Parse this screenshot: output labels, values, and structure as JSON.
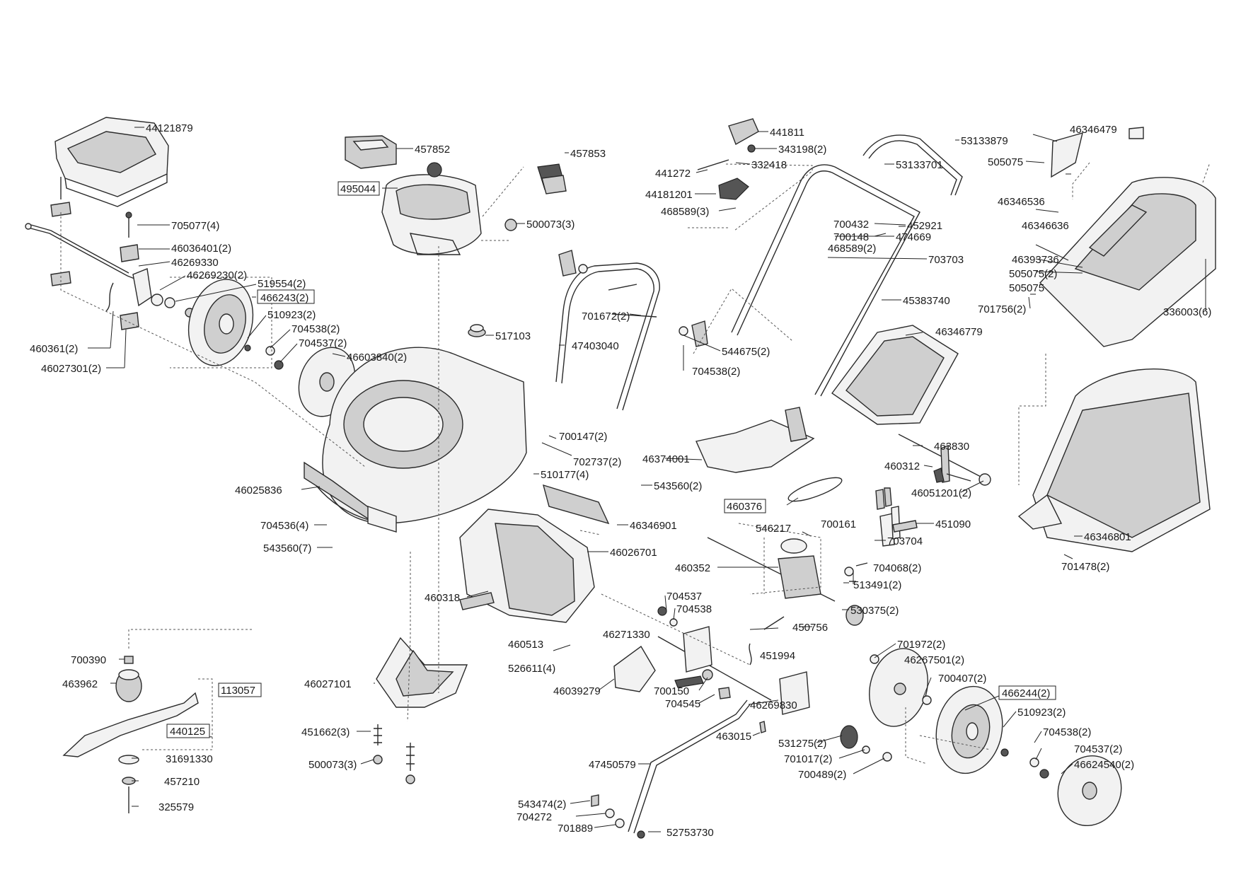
{
  "diagram": {
    "part_numbers": {
      "p44121879": "44121879",
      "p705077_4": "705077(4)",
      "p46036401_2": "46036401(2)",
      "p46269330": "46269330",
      "p46269230_2": "46269230(2)",
      "p519554_2": "519554(2)",
      "p466243_2": "466243(2)",
      "p510923_2a": "510923(2)",
      "p704538_2a": "704538(2)",
      "p704537_2a": "704537(2)",
      "p46603840_2": "46603840(2)",
      "p460361_2": "460361(2)",
      "p46027301_2": "46027301(2)",
      "p457852": "457852",
      "p495044": "495044",
      "p457853": "457853",
      "p500073_3a": "500073(3)",
      "p517103": "517103",
      "p441811": "441811",
      "p343198_2": "343198(2)",
      "p441272": "441272",
      "p332418": "332418",
      "p44181201": "44181201",
      "p468589_3": "468589(3)",
      "p53133879": "53133879",
      "p53133701": "53133701",
      "p700432": "700432",
      "p452921": "452921",
      "p700148": "700148",
      "p474669": "474669",
      "p468589_2": "468589(2)",
      "p703703": "703703",
      "p45383740": "45383740",
      "p701672_2": "701672(2)",
      "p47403040": "47403040",
      "p544675_2": "544675(2)",
      "p704538_2b": "704538(2)",
      "p46346479": "46346479",
      "p505075a": "505075",
      "p46346536": "46346536",
      "p46346636": "46346636",
      "p46393736": "46393736",
      "p505075_2": "505075(2)",
      "p505075b": "505075",
      "p701756_2": "701756(2)",
      "p336003_6": "336003(6)",
      "p46346779": "46346779",
      "p700147_2": "700147(2)",
      "p702737_2": "702737(2)",
      "p46374001": "46374001",
      "p463830": "463830",
      "p460312": "460312",
      "p46051201_2": "46051201(2)",
      "p46025836": "46025836",
      "p510177_4": "510177(4)",
      "p543560_2": "543560(2)",
      "p460376": "460376",
      "p704536_4": "704536(4)",
      "p46346901": "46346901",
      "p546217": "546217",
      "p700161": "700161",
      "p451090": "451090",
      "p543560_7": "543560(7)",
      "p46026701": "46026701",
      "p703704": "703704",
      "p46346801": "46346801",
      "p460352": "460352",
      "p704068_2": "704068(2)",
      "p701478_2": "701478(2)",
      "p513491_2": "513491(2)",
      "p460318": "460318",
      "p704537": "704537",
      "p704538": "704538",
      "p530375_2": "530375(2)",
      "p460513": "460513",
      "p46271330": "46271330",
      "p450756": "450756",
      "p700390": "700390",
      "p526611_4": "526611(4)",
      "p451994": "451994",
      "p701972_2": "701972(2)",
      "p46267501_2": "46267501(2)",
      "p463962": "463962",
      "p113057": "113057",
      "p46027101": "46027101",
      "p46039279": "46039279",
      "p700150": "700150",
      "p700407_2": "700407(2)",
      "p466244_2": "466244(2)",
      "p704545": "704545",
      "p46269830": "46269830",
      "p440125": "440125",
      "p510923_2b": "510923(2)",
      "p451662_3": "451662(3)",
      "p463015": "463015",
      "p531275_2": "531275(2)",
      "p704538_2c": "704538(2)",
      "p31691330": "31691330",
      "p704537_2c": "704537(2)",
      "p500073_3b": "500073(3)",
      "p701017_2": "701017(2)",
      "p700489_2": "700489(2)",
      "p46624540_2": "46624540(2)",
      "p47450579": "47450579",
      "p457210": "457210",
      "p325579": "325579",
      "p543474_2": "543474(2)",
      "p704272": "704272",
      "p701889": "701889",
      "p52753730": "52753730"
    }
  }
}
